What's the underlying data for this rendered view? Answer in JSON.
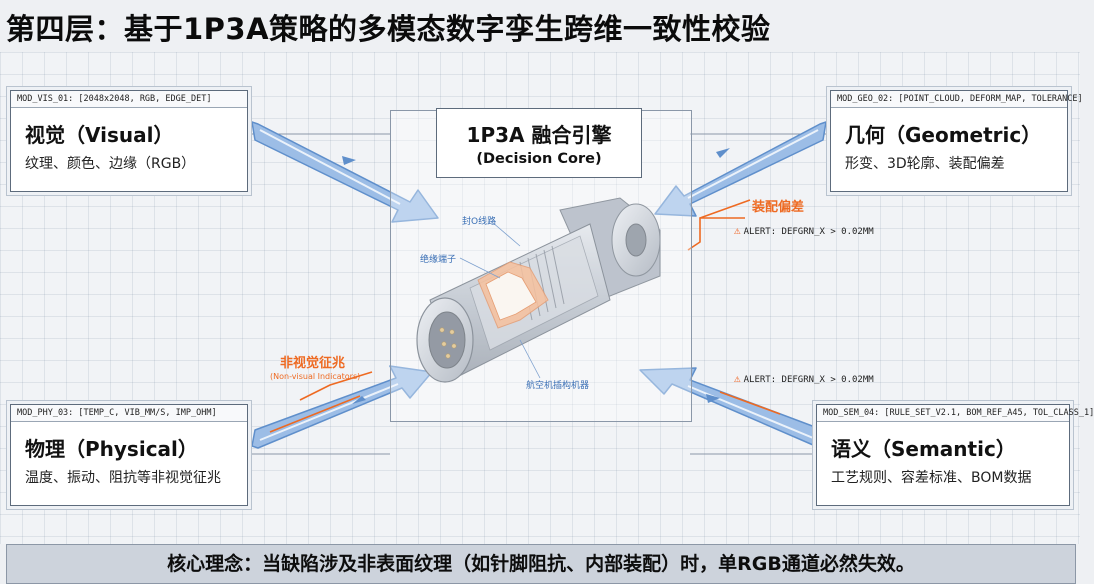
{
  "title": "第四层：基于1P3A策略的多模态数字孪生跨维一致性校验",
  "engine": {
    "title": "1P3A 融合引擎",
    "subtitle": "(Decision Core)"
  },
  "modules": {
    "visual": {
      "meta": "MOD_VIS_01: [2048x2048, RGB, EDGE_DET]",
      "name": "视觉（Visual）",
      "desc": "纹理、颜色、边缘（RGB）"
    },
    "geometric": {
      "meta": "MOD_GEO_02: [POINT_CLOUD, DEFORM_MAP, TOLERANCE]",
      "name": "几何（Geometric）",
      "desc": "形变、3D轮廓、装配偏差"
    },
    "physical": {
      "meta": "MOD_PHY_03: [TEMP_C, VIB_MM/S, IMP_OHM]",
      "name": "物理（Physical）",
      "desc": "温度、振动、阻抗等非视觉征兆"
    },
    "semantic": {
      "meta": "MOD_SEM_04: [RULE_SET_V2.1, BOM_REF_A45, TOL_CLASS_1]",
      "name": "语义（Semantic）",
      "desc": "工艺规则、容差标准、BOM数据"
    }
  },
  "annotations": {
    "assembly_dev": "装配偏差",
    "alert_top": "ALERT: DEFGRN_X > 0.02MM",
    "alert_bottom": "ALERT: DEFGRN_X > 0.02MM",
    "nonvisual": "非视觉征兆",
    "nonvisual_en": "(Non-visual Indicators)",
    "part_label_1": "封O线路",
    "part_label_2": "绝缘端子",
    "part_label_3": "航空机插构机器"
  },
  "warning_icon": "⚠",
  "core_concept": "核心理念：当缺陷涉及非表面纹理（如针脚阻抗、内部装配）时，单RGB通道必然失效。",
  "colors": {
    "accent_orange": "#ee6a22",
    "arrow_blue": "#7ea7d8",
    "frame_gray": "#5d6b7c"
  }
}
